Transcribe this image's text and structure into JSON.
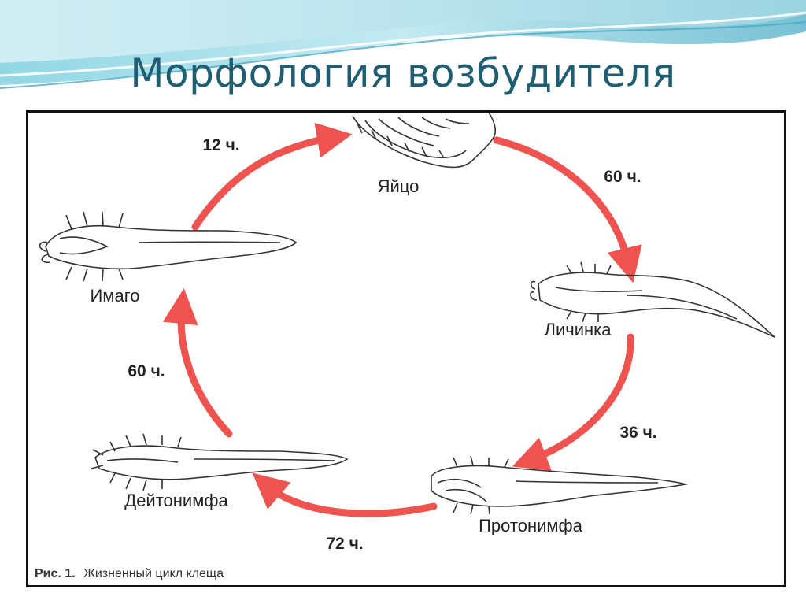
{
  "slide": {
    "title": "Морфология возбудителя"
  },
  "figure": {
    "caption_number": "Рис. 1.",
    "caption_text": "Жизненный цикл клеща",
    "stages": [
      {
        "id": "egg",
        "label": "Яйцо"
      },
      {
        "id": "larva",
        "label": "Личинка"
      },
      {
        "id": "protonymph",
        "label": "Протонимфа"
      },
      {
        "id": "deutonymph",
        "label": "Дейтонимфа"
      },
      {
        "id": "imago",
        "label": "Имаго"
      }
    ],
    "transitions": [
      {
        "from": "egg",
        "to": "larva",
        "duration": "60 ч."
      },
      {
        "from": "larva",
        "to": "protonymph",
        "duration": "36 ч."
      },
      {
        "from": "protonymph",
        "to": "deutonymph",
        "duration": "72 ч."
      },
      {
        "from": "deutonymph",
        "to": "imago",
        "duration": "60 ч."
      },
      {
        "from": "imago",
        "to": "egg",
        "duration": "12 ч."
      }
    ],
    "colors": {
      "arrow": "#ef5350",
      "ink": "#222222"
    }
  }
}
